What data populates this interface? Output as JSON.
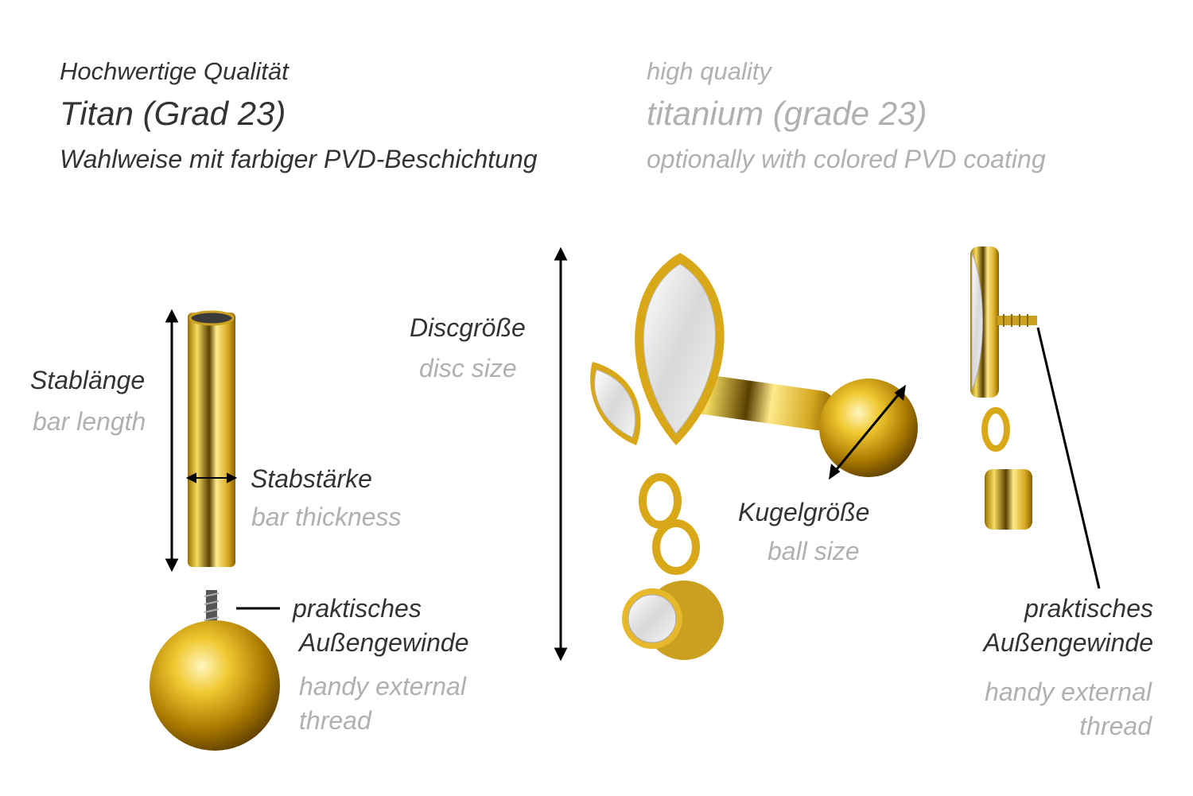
{
  "header": {
    "de": {
      "quality": "Hochwertige Qualität",
      "material": "Titan (Grad 23)",
      "coating": "Wahlweise mit farbiger PVD-Beschichtung"
    },
    "en": {
      "quality": "high quality",
      "material": "titanium (grade 23)",
      "coating": "optionally with colored PVD coating"
    }
  },
  "labels": {
    "bar_length": {
      "de": "Stablänge",
      "en": "bar length"
    },
    "bar_thickness": {
      "de": "Stabstärke",
      "en": "bar thickness"
    },
    "thread_left": {
      "de_1": "praktisches",
      "de_2": "Außengewinde",
      "en_1": "handy external",
      "en_2": "thread"
    },
    "disc_size": {
      "de": "Discgröße",
      "en": "disc size"
    },
    "ball_size": {
      "de": "Kugelgröße",
      "en": "ball size"
    },
    "thread_right": {
      "de_1": "praktisches",
      "de_2": "Außengewinde",
      "en_1": "handy external",
      "en_2": "thread"
    }
  },
  "colors": {
    "text_dark": "#333333",
    "text_gray": "#b0b0b0",
    "gold": "#e0b020"
  }
}
